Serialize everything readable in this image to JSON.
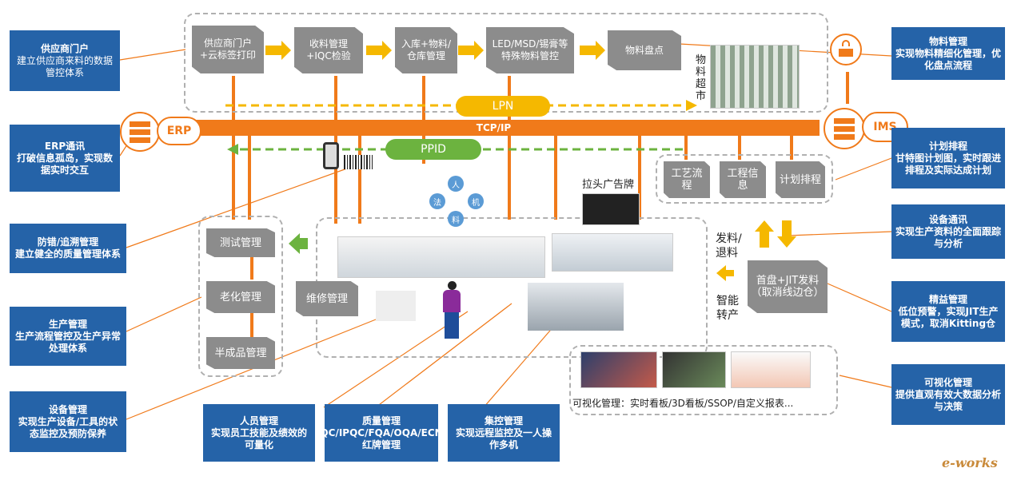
{
  "colors": {
    "blue": "#2563a8",
    "orange": "#f07a1a",
    "grey": "#8c8c8c",
    "yellow": "#f5b800",
    "green": "#6cb33f",
    "pill_lpn": "#f5b800",
    "pill_ppid": "#6cb33f"
  },
  "callouts": {
    "supplier": {
      "title": "供应商门户",
      "sub": "建立供应商来料的数据管控体系"
    },
    "erp": {
      "title": "ERP通讯",
      "sub": "打破信息孤岛，实现数据实时交互"
    },
    "antierror": {
      "title": "防错/追溯管理",
      "sub": "建立健全的质量管理体系"
    },
    "production": {
      "title": "生产管理",
      "sub": "生产流程管控及生产异常处理体系"
    },
    "equipment": {
      "title": "设备管理",
      "sub": "实现生产设备/工具的状态监控及预防保养"
    },
    "personnel": {
      "title": "人员管理",
      "sub": "实现员工技能及绩效的可量化"
    },
    "quality": {
      "title": "质量管理",
      "sub": "IQC/IPQC/FQA/OQA/ECN/红牌管理"
    },
    "central": {
      "title": "集控管理",
      "sub": "实现远程监控及一人操作多机"
    },
    "material": {
      "title": "物料管理",
      "sub": "实现物料精细化管理，优化盘点流程"
    },
    "plan": {
      "title": "计划排程",
      "sub": "甘特图计划图，实时跟进排程及实际达成计划"
    },
    "devcomm": {
      "title": "设备通讯",
      "sub": "实现生产资料的全面跟踪与分析"
    },
    "lean": {
      "title": "精益管理",
      "sub": "低位预警，实现JIT生产模式，取消Kitting仓"
    },
    "visual": {
      "title": "可视化管理",
      "sub": "提供直观有效大数据分析与决策"
    }
  },
  "flow": {
    "s1": "供应商门户+云标签打印",
    "s2": "收料管理+IQC检验",
    "s3": "入库+物料/仓库管理",
    "s4": "LED/MSD/锡膏等特殊物料管控",
    "s5": "物料盘点"
  },
  "labels": {
    "material_market": "物料超市",
    "lpn": "LPN",
    "ppid": "PPID",
    "tcpip": "TCP/IP",
    "erp": "ERP",
    "ims": "IMS",
    "banner": "拉头广告牌",
    "feed": "发料/退料",
    "smart": "智能转产",
    "jit": "首盘+JIT发料（取消线边仓）",
    "visual_caption": "可视化管理：实时看板/3D看板/SSOP/自定义报表...",
    "logo": "e-works"
  },
  "left_stack": {
    "test": "测试管理",
    "aging": "老化管理",
    "semi": "半成品管理",
    "repair": "维修管理"
  },
  "plan_boxes": {
    "craft": "工艺流程",
    "eng": "工程信息",
    "plan": "计划排程"
  },
  "circles": {
    "c1": "人",
    "c2": "机",
    "c3": "料",
    "c4": "法"
  }
}
